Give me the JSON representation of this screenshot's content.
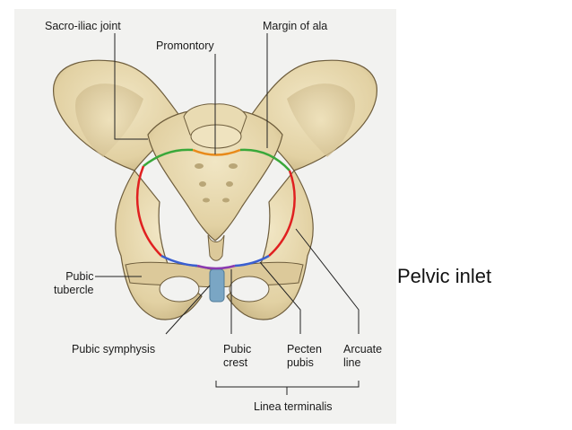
{
  "labels": {
    "sacro_iliac_joint": "Sacro-iliac joint",
    "margin_of_ala": "Margin of ala",
    "promontory": "Promontory",
    "pubic_tubercle": "Pubic\ntubercle",
    "pubic_symphysis": "Pubic symphysis",
    "pubic_crest": "Pubic\ncrest",
    "pecten_pubis": "Pecten\npubis",
    "arcuate_line": "Arcuate\nline",
    "linea_terminalis": "Linea terminalis"
  },
  "caption": "Pelvic inlet",
  "colors": {
    "bone": "#e6d7ae",
    "bone_shadow": "#b9a677",
    "bone_outline": "#6e5d3c",
    "promontory_line": "#e88a1a",
    "ala_margin_line": "#3aa83a",
    "arcuate_line_color": "#e02020",
    "pecten_line": "#3a5fd0",
    "pubic_crest_line": "#8a3ab0",
    "symphysis_fill": "#7aa6c4"
  }
}
